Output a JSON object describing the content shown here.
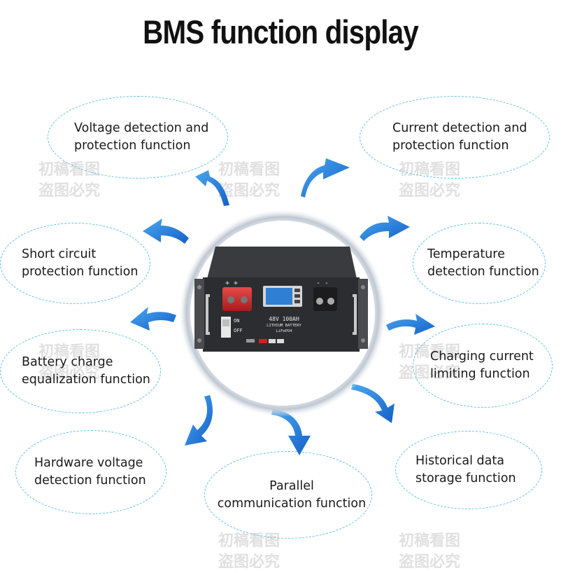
{
  "title": "BMS function display",
  "functions": [
    "Voltage detection and\nprotection function",
    "Current detection and\nprotection function",
    "Short circuit\nprotection function",
    "Temperature\ndetection function",
    "Battery charge\nequalization function",
    "Charging current\nlimiting function",
    "Hardware voltage\ndetection function",
    "Parallel\ncommunication function",
    "Historical data\nstorage function"
  ],
  "battery": {
    "plus_labels": "+ +",
    "minus_labels": "- -",
    "on_label": "ON",
    "off_label": "OFF",
    "model": "48V 100AH",
    "type": "LITHIUM BATTERY",
    "chemistry": "LiFePO4"
  },
  "watermark": "初稿看图\n盗图必究",
  "colors": {
    "arrow": "#1f78d8",
    "dash": "#5cc0e0",
    "battery": "#2c2d30"
  }
}
